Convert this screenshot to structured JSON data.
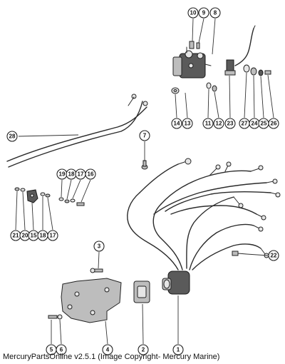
{
  "caption": "MercuryPartsOnline v2.5.1 (Image Copyright- Mercury Marine)",
  "callouts": {
    "c10": "10",
    "c9": "9",
    "c8": "8",
    "c14": "14",
    "c13": "13",
    "c11": "11",
    "c12": "12",
    "c23": "23",
    "c27": "27",
    "c24": "24",
    "c25": "25",
    "c26": "26",
    "c28": "28",
    "c7": "7",
    "c19": "19",
    "c18a": "18",
    "c17a": "17",
    "c16": "16",
    "c21": "21",
    "c20": "20",
    "c15": "15",
    "c18b": "18",
    "c17b": "17",
    "c3": "3",
    "c22": "22",
    "c5": "5",
    "c6": "6",
    "c4": "4",
    "c2": "2",
    "c1": "1"
  }
}
